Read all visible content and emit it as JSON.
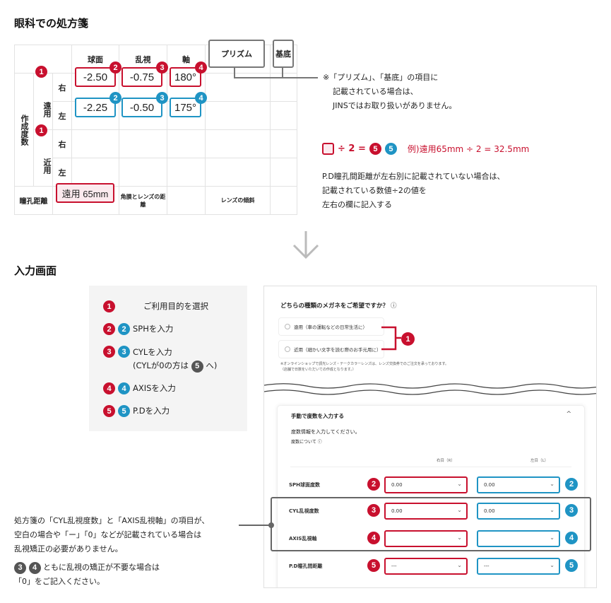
{
  "section1": {
    "title": "眼科での処方箋"
  },
  "rx_table": {
    "headers": [
      "球面",
      "乱視",
      "軸",
      "プリズム",
      "基底"
    ],
    "group_label": "作成度数",
    "distance_label": "遠用",
    "near_label": "近用",
    "right": "右",
    "left": "左",
    "right_values": [
      "-2.50",
      "-0.75",
      "180°"
    ],
    "left_values": [
      "-2.25",
      "-0.50",
      "175°"
    ],
    "badges": [
      "1",
      "2",
      "3",
      "4",
      "5"
    ],
    "pd_label": "瞳孔距離",
    "pd_value": "遠用 65mm",
    "cornea_label": "角膜とレンズの距離",
    "tilt_label": "レンズの傾斜"
  },
  "prism_note": [
    "※「プリズム」、「基底」の項目に",
    "記載されている場合は、",
    "JINSではお取り扱いがありません。"
  ],
  "pd_formula": {
    "op": "÷ 2 =",
    "example": "例)遠用65mm ÷ 2 = 32.5mm"
  },
  "pd_note": [
    "P.D瞳孔間距離が左右別に記載されていない場合は、",
    "記載されている数値÷2の値を",
    "左右の欄に記入する"
  ],
  "section2": {
    "title": "入力画面"
  },
  "legend": {
    "items": [
      {
        "num": "1",
        "text": "ご利用目的を選択"
      },
      {
        "num": "2",
        "text": "SPHを入力"
      },
      {
        "num": "3",
        "text": "CYLを入力",
        "sub_pre": "(CYLが0の方は",
        "sub_num": "5",
        "sub_post": "へ)"
      },
      {
        "num": "4",
        "text": "AXISを入力"
      },
      {
        "num": "5",
        "text": "P.Dを入力"
      }
    ]
  },
  "form": {
    "question": "どちらの種類のメガネをご希望ですか？",
    "info_icon": "ⓘ",
    "options": [
      "遠用（車の運転などの日常生活に）",
      "近用（細かい文字を読む際のお手元用に）"
    ],
    "notice": [
      "※オンラインショップで調光レンズ・テークカラーレンズは、レンズ交換券でのご注文を承っております。",
      "（店舗で日数をいただいての作成となります。）"
    ],
    "accordion_title": "手動で度数を入力する",
    "accordion_icon": "^",
    "instruction": "度数情報を入力してください。",
    "about_link": "度数について",
    "col_right": "右目（R）",
    "col_left": "左目（L）",
    "rows": [
      {
        "label": "SPH球面度数",
        "num": "2",
        "right": "0.00",
        "left": "0.00"
      },
      {
        "label": "CYL乱視度数",
        "num": "3",
        "right": "0.00",
        "left": "0.00"
      },
      {
        "label": "AXIS乱視軸",
        "num": "4",
        "right": "",
        "left": ""
      },
      {
        "label": "P.D瞳孔間距離",
        "num": "5",
        "right": "---",
        "left": "---"
      }
    ]
  },
  "cyl_note": [
    "処方箋の「CYL乱視度数」と「AXIS乱視軸」の項目が、",
    "空白の場合や「ー」「0」などが記載されている場合は",
    "乱視矯正の必要がありません。"
  ],
  "cyl_note2": {
    "n1": "3",
    "n2": "4",
    "line1": "ともに乱視の矯正が不要な場合は",
    "line2": "「0」をご記入ください。"
  },
  "colors": {
    "red": "#c8102e",
    "blue": "#1f94c4",
    "gray": "#555555"
  }
}
